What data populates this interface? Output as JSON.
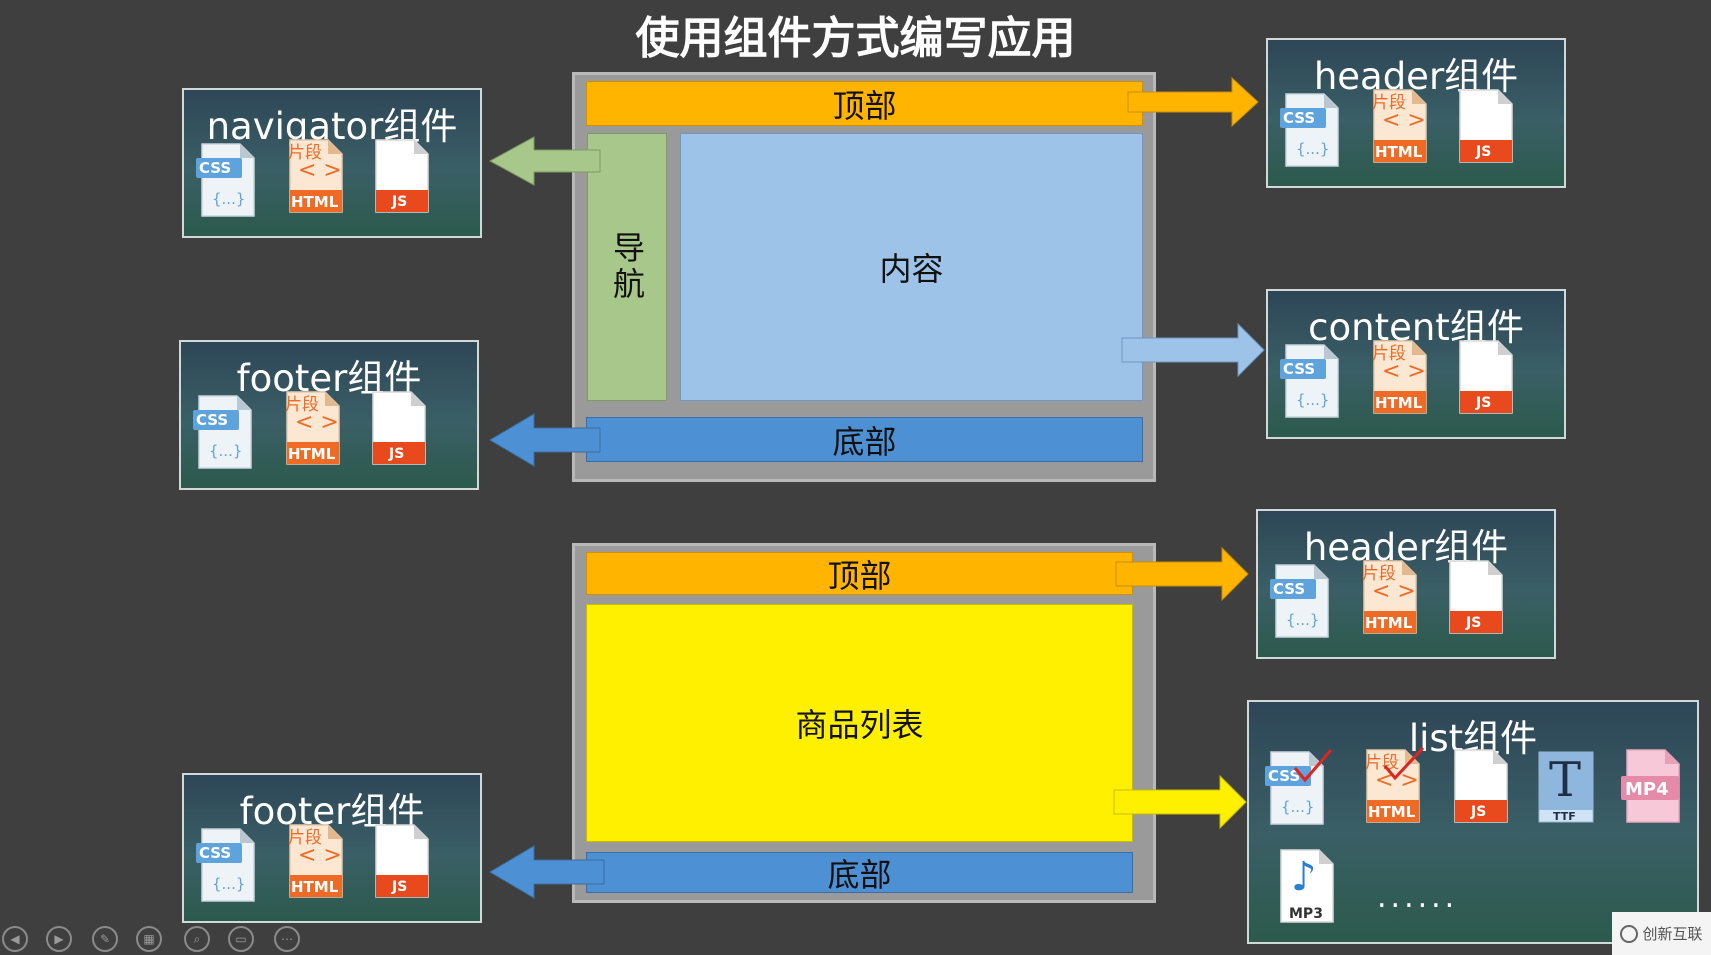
{
  "title": "使用组件方式编写应用",
  "layout1": {
    "top": "顶部",
    "nav": "导航",
    "content": "内容",
    "bottom": "底部"
  },
  "layout2": {
    "top": "顶部",
    "list": "商品列表",
    "bottom": "底部"
  },
  "components": {
    "navigator": "navigator组件",
    "footer1": "footer组件",
    "header1": "header组件",
    "content": "content组件",
    "header2": "header组件",
    "footer2": "footer组件",
    "list": "list组件"
  },
  "file_labels": {
    "css": "CSS",
    "css_braces": "{...}",
    "snippet": "片段",
    "html": "HTML",
    "js": "JS",
    "ttf_letter": "T",
    "ttf": "TTF",
    "mp4": "MP4",
    "mp3": "MP3"
  },
  "list_more": "......",
  "watermark": "创新互联",
  "colors": {
    "background": "#3f3f3f",
    "top": "#ffb400",
    "nav": "#a8c88b",
    "content": "#9ec3e8",
    "bottom": "#4e90d4",
    "list": "#fff000"
  }
}
